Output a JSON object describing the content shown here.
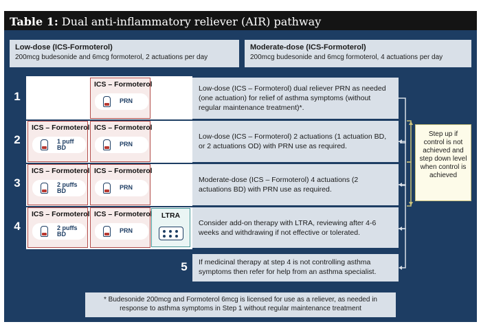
{
  "title": {
    "bold": "Table 1:",
    "rest": "Dual anti-inflammatory reliever (AIR) pathway"
  },
  "doses": {
    "low": {
      "title": "Low-dose (ICS-Formoterol)",
      "text": "200mcg budesonide and 6mcg formoterol, 2 actuations per day"
    },
    "moderate": {
      "title": "Moderate-dose (ICS-Formoterol)",
      "text": "200mcg budesonide and 6mcg formoterol, 4 actuations per day"
    }
  },
  "drug_label": "ICS – Formoterol",
  "ltra_label": "LTRA",
  "steps": [
    {
      "num": "1",
      "maint": null,
      "reliever": "PRN",
      "desc": "Low-dose (ICS – Formoterol) dual reliever PRN as needed (one actuation) for relief of asthma symptoms (without regular maintenance treatment)*."
    },
    {
      "num": "2",
      "maint": {
        "line1": "1 puff",
        "line2": "BD"
      },
      "reliever": "PRN",
      "desc": "Low-dose (ICS – Formoterol) 2 actuations (1 actuation BD, or 2 actuations OD) with PRN use as required."
    },
    {
      "num": "3",
      "maint": {
        "line1": "2 puffs",
        "line2": "BD"
      },
      "reliever": "PRN",
      "desc": "Moderate-dose (ICS – Formoterol) 4 actuations (2 actuations BD) with PRN use as required."
    },
    {
      "num": "4",
      "maint": {
        "line1": "2 puffs",
        "line2": "BD"
      },
      "reliever": "PRN",
      "desc": "Consider add-on therapy with LTRA, reviewing after 4-6 weeks and withdrawing if not effective or tolerated."
    }
  ],
  "step5": {
    "num": "5",
    "desc": "If medicinal therapy at step 4 is not controlling asthma symptoms then refer for help from an asthma specialist."
  },
  "step_up": "Step up if control is not achieved and step down level when control is achieved",
  "footnote": "* Budesonide 200mcg and Formoterol 6mcg is licensed for use as a reliever, as needed in response to asthma symptoms in Step 1 without regular maintenance treatment",
  "colors": {
    "navy": "#1d3d63",
    "red": "#b14b48",
    "panel": "#d9e0e8",
    "teal": "#4a9a9a",
    "yellow_box": "#fdfbe9"
  }
}
